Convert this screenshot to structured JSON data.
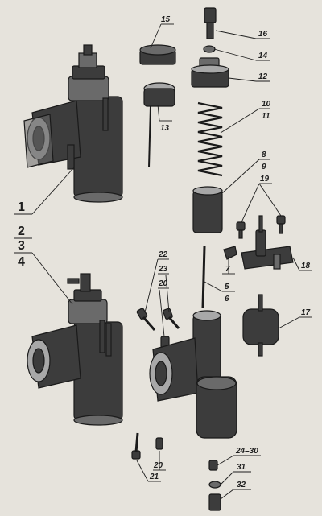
{
  "labels": {
    "l15": "15",
    "l16": "16",
    "l14": "14",
    "l12": "12",
    "l13": "13",
    "l10": "10",
    "l11": "11",
    "l8": "8",
    "l9": "9",
    "l19": "19",
    "l1": "1",
    "l2": "2",
    "l3": "3",
    "l4": "4",
    "l22": "22",
    "l23": "23",
    "l20a": "20",
    "l5": "5",
    "l6": "6",
    "l7": "7",
    "l18": "18",
    "l17": "17",
    "l24_30": "24–30",
    "l31": "31",
    "l32": "32",
    "l20b": "20",
    "l21": "21"
  }
}
